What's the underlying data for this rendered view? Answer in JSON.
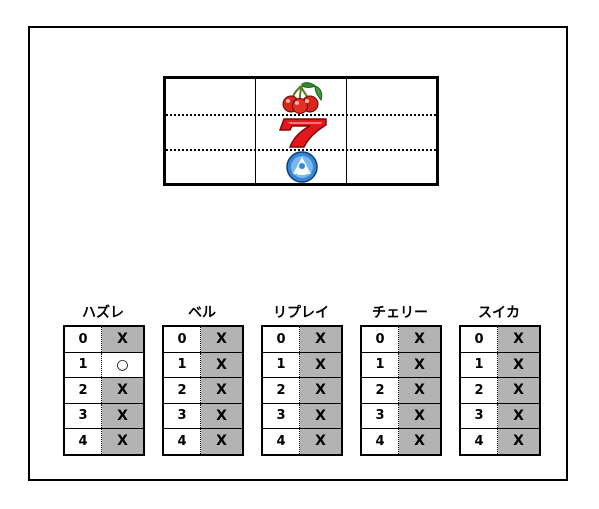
{
  "reels": {
    "center_symbols": [
      {
        "name": "cherry-icon"
      },
      {
        "name": "seven-icon"
      },
      {
        "name": "replay-icon"
      }
    ]
  },
  "tables": [
    {
      "title": "ハズレ",
      "rows": [
        {
          "num": "0",
          "mark": "X"
        },
        {
          "num": "1",
          "mark": "○"
        },
        {
          "num": "2",
          "mark": "X"
        },
        {
          "num": "3",
          "mark": "X"
        },
        {
          "num": "4",
          "mark": "X"
        }
      ]
    },
    {
      "title": "ベル",
      "rows": [
        {
          "num": "0",
          "mark": "X"
        },
        {
          "num": "1",
          "mark": "X"
        },
        {
          "num": "2",
          "mark": "X"
        },
        {
          "num": "3",
          "mark": "X"
        },
        {
          "num": "4",
          "mark": "X"
        }
      ]
    },
    {
      "title": "リプレイ",
      "rows": [
        {
          "num": "0",
          "mark": "X"
        },
        {
          "num": "1",
          "mark": "X"
        },
        {
          "num": "2",
          "mark": "X"
        },
        {
          "num": "3",
          "mark": "X"
        },
        {
          "num": "4",
          "mark": "X"
        }
      ]
    },
    {
      "title": "チェリー",
      "rows": [
        {
          "num": "0",
          "mark": "X"
        },
        {
          "num": "1",
          "mark": "X"
        },
        {
          "num": "2",
          "mark": "X"
        },
        {
          "num": "3",
          "mark": "X"
        },
        {
          "num": "4",
          "mark": "X"
        }
      ]
    },
    {
      "title": "スイカ",
      "rows": [
        {
          "num": "0",
          "mark": "X"
        },
        {
          "num": "1",
          "mark": "X"
        },
        {
          "num": "2",
          "mark": "X"
        },
        {
          "num": "3",
          "mark": "X"
        },
        {
          "num": "4",
          "mark": "X"
        }
      ]
    }
  ],
  "colors": {
    "x_cell_bg": "#b3b3b3",
    "o_cell_bg": "#ffffff",
    "seven_red": "#e4161b",
    "cherry_red": "#d9261c",
    "replay_blue": "#3a86d6"
  }
}
